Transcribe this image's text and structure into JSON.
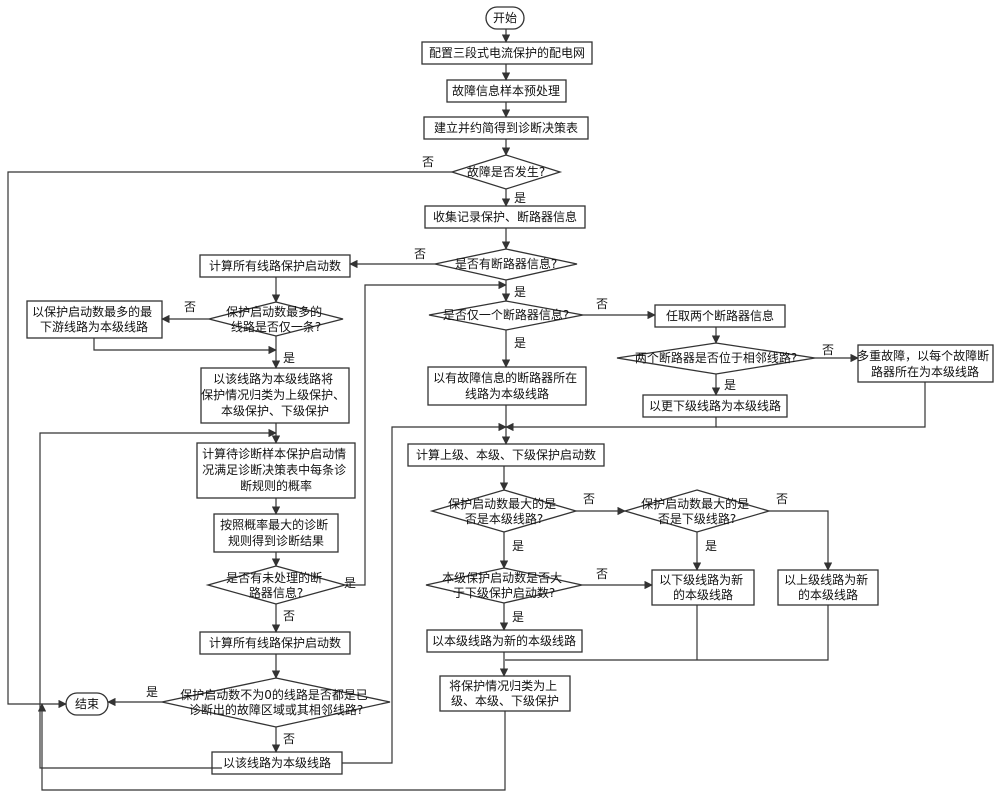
{
  "nodes": {
    "start": "开始",
    "config": "配置三段式电流保护的配电网",
    "preprocess": "故障信息样本预处理",
    "build": "建立并约简得到诊断决策表",
    "fault_q": "故障是否发生?",
    "collect": "收集记录保护、断路器信息",
    "breaker_q": "是否有断路器信息?",
    "calc_all_1": "计算所有线路保护启动数",
    "only_one_q": [
      "保护启动数最多的",
      "线路是否仅一条?"
    ],
    "downstream": [
      "以保护启动数最多的最",
      "下游线路为本级线路"
    ],
    "classify_1": [
      "以该线路为本级线路将",
      "保护情况归类为上级保护、",
      "本级保护、下级保护"
    ],
    "calc_prob": [
      "计算待诊断样本保护启动情",
      "况满足诊断决策表中每条诊",
      "断规则的概率"
    ],
    "diag_result": [
      "按照概率最大的诊断",
      "规则得到诊断结果"
    ],
    "unprocessed_q": [
      "是否有未处理的断",
      "路器信息?"
    ],
    "calc_all_2": "计算所有线路保护启动数",
    "end_q": [
      "保护启动数不为0的线路是否都是已",
      "诊断出的故障区域或其相邻线路?"
    ],
    "end": "结束",
    "this_line": "以该线路为本级线路",
    "one_breaker_q": "是否仅一个断路器信息?",
    "fault_breaker": [
      "以有故障信息的断路器所在",
      "线路为本级线路"
    ],
    "take_two": "任取两个断路器信息",
    "adjacent_q": "两个断路器是否位于相邻线路?",
    "multi_fault": [
      "多重故障，以每个故障断",
      "路器所在为本级线路"
    ],
    "lower_line": "以更下级线路为本级线路",
    "calc_levels": "计算上级、本级、下级保护启动数",
    "max_is_local_q": [
      "保护启动数最大的是",
      "否是本级线路?"
    ],
    "max_is_lower_q": [
      "保护启动数最大的是",
      "否是下级线路?"
    ],
    "local_gt_lower_q": [
      "本级保护启动数是否大",
      "于下级保护启动数?"
    ],
    "new_lower": [
      "以下级线路为新",
      "的本级线路"
    ],
    "new_upper": [
      "以上级线路为新",
      "的本级线路"
    ],
    "new_local": "以本级线路为新的本级线路",
    "classify_2": [
      "将保护情况归类为上",
      "级、本级、下级保护"
    ]
  },
  "labels": {
    "yes": "是",
    "no": "否"
  }
}
